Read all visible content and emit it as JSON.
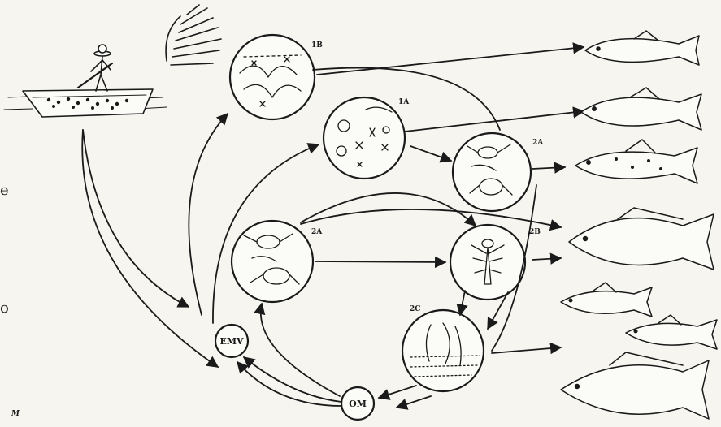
{
  "labels": {
    "phytoplankton_tag": "1B",
    "microbes_tag": "1A",
    "zooplankton_tag": "2A",
    "crustaceans_tag": "2A",
    "insect_larvae_tag": "2B",
    "benthos_tag": "2C",
    "emv_node": "EMV",
    "om_node": "OM",
    "corner_mark": "M",
    "edge_e": "e",
    "edge_o": "o"
  },
  "colors": {
    "ink": "#1a1a1a",
    "paper": "#f6f5f0"
  },
  "icons": {
    "sun": "sun-icon",
    "boat": "boat-icon",
    "fish": "fish-icon"
  }
}
